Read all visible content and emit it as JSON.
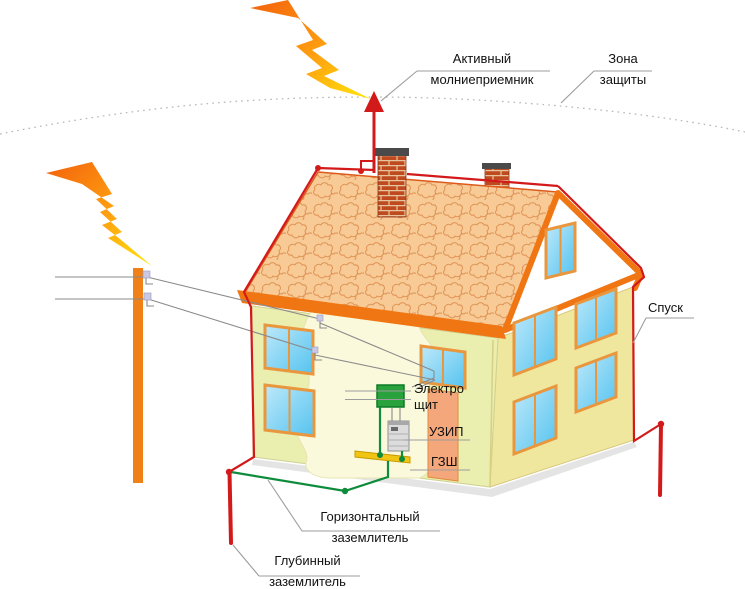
{
  "diagram_title": "Lightning protection system of a house (cutaway diagram)",
  "labels": {
    "air_terminal": {
      "line1": "Активный",
      "line2": "молниеприемник"
    },
    "protection_zone": {
      "line1": "Зона",
      "line2": "защиты"
    },
    "down_conductor": {
      "text": "Спуск"
    },
    "electrical_panel": {
      "line1": "Электро",
      "line2": "щит"
    },
    "surge_protector": {
      "text": "УЗИП"
    },
    "ground_bus": {
      "text": "ГЗШ"
    },
    "horizontal_earth": {
      "line1": "Горизонтальный",
      "line2": "заземлитель"
    },
    "deep_earth": {
      "line1": "Глубинный",
      "line2": "заземлитель"
    }
  },
  "colors": {
    "conductor_red": "#D31A1A",
    "earth_green": "#0E8C3C",
    "leader_gray": "#9C9C9C",
    "zone_gray": "#B8B8B8",
    "pole_orange": "#F08018",
    "trim_orange": "#F07613",
    "roof_base": "#F8CA96",
    "roof_pattern": "#E09455",
    "gable_base": "#F0995D",
    "gable_stripe": "#E2834A",
    "wall_front": "#EAEEAE",
    "wall_side": "#F0E79E",
    "window_frame": "#E8973F",
    "glass_light": "#BEE9FA",
    "glass_dark": "#55C3EF",
    "door_salmon": "#F3A77A",
    "panel_green": "#29A23D",
    "bus_yellow": "#F1C513",
    "brick_red": "#BF4A1F",
    "brick_mortar": "#E8C49C",
    "bolt_dark": "#F2610C",
    "bolt_mid": "#FFA010",
    "bolt_light": "#FFE60A",
    "cutaway_cream": "#FBF9DC"
  }
}
